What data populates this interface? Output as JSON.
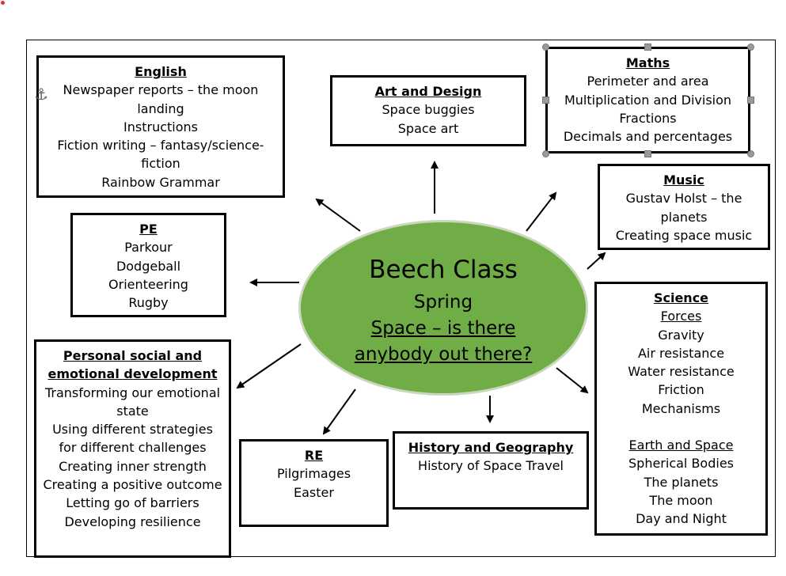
{
  "center": {
    "title": "Beech Class",
    "term": "Spring",
    "topic_lines": [
      "Space – is there",
      "anybody out there?"
    ]
  },
  "boxes": {
    "english": {
      "title": "English",
      "lines": [
        "Newspaper reports – the moon",
        "landing",
        "Instructions",
        "Fiction writing – fantasy/science-",
        "fiction",
        "Rainbow Grammar"
      ]
    },
    "art": {
      "title": "Art and Design",
      "lines": [
        "Space buggies",
        "Space art"
      ]
    },
    "maths": {
      "title": "Maths",
      "lines": [
        "Perimeter and area",
        "Multiplication and Division",
        "Fractions",
        "Decimals and percentages"
      ]
    },
    "music": {
      "title": "Music",
      "lines": [
        "Gustav Holst – the",
        "planets",
        "Creating space music"
      ]
    },
    "pe": {
      "title": "PE",
      "lines": [
        "Parkour",
        "Dodgeball",
        "Orienteering",
        "Rugby"
      ]
    },
    "pshe": {
      "title_lines": [
        "Personal social and",
        "emotional development"
      ],
      "lines": [
        "Transforming our emotional",
        "state",
        "Using different strategies",
        "for different challenges",
        "Creating inner strength",
        "Creating a positive outcome",
        "Letting go of barriers",
        "Developing resilience"
      ]
    },
    "re": {
      "title": "RE",
      "lines": [
        "Pilgrimages",
        "Easter"
      ]
    },
    "history": {
      "title": "History and Geography",
      "lines": [
        "History of Space Travel"
      ]
    },
    "science": {
      "title": "Science",
      "sub1": "Forces",
      "lines1": [
        "Gravity",
        "Air resistance",
        "Water resistance",
        "Friction",
        "Mechanisms"
      ],
      "sub2": "Earth and Space",
      "lines2": [
        "Spherical Bodies",
        "The planets",
        "The moon",
        "Day and Night"
      ]
    }
  },
  "icons": {
    "anchor": "anchor-icon"
  }
}
